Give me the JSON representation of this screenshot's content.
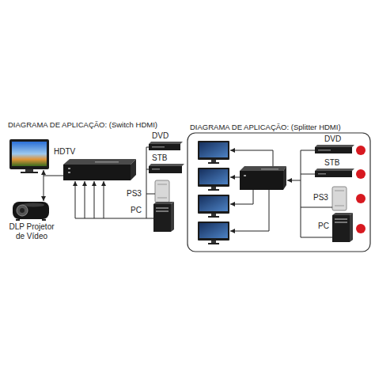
{
  "diagram": {
    "nodes": [
      {
        "text": [
          "HDTV"
        ]
      },
      {
        "text": [
          "DLP Projetor de Vídeo"
        ]
      },
      {
        "text": [
          "DVD"
        ]
      },
      {
        "text": [
          "STB"
        ]
      },
      {
        "text": [
          "PS3"
        ]
      },
      {
        "text": [
          "PC"
        ]
      },
      {
        "text": [
          "DIAGRAMA DE APLICAÇÃO: (Splitter HDMI)"
        ]
      },
      {
        "text": [
          "DVD"
        ],
        "in": 6
      },
      {
        "text": [
          "STB"
        ],
        "in": 6
      },
      {
        "text": [
          "PS3"
        ],
        "in": 6
      },
      {
        "text": [
          "PC"
        ],
        "in": 6
      }
    ],
    "labels": [
      "DIAGRAMA DE APLICAÇÃO: (Switch HDMI)"
    ]
  }
}
